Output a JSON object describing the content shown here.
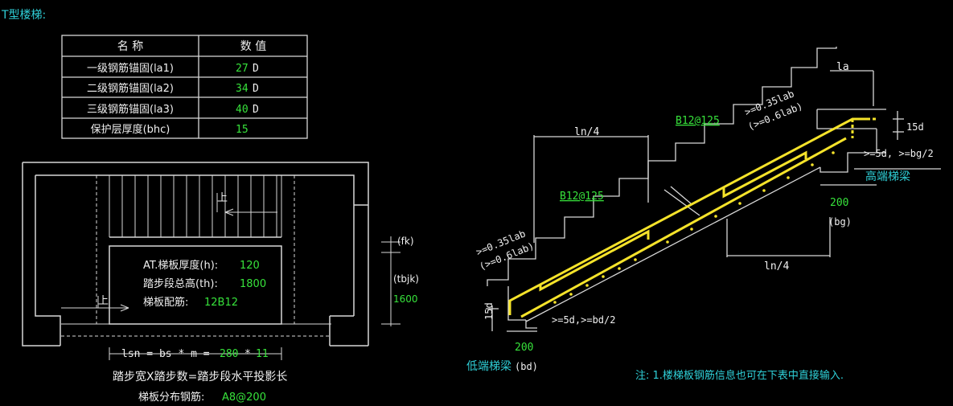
{
  "title": "T型楼梯:",
  "params_table": {
    "header": {
      "name": "名  称",
      "value": "数  值"
    },
    "rows": [
      {
        "name": "一级钢筋锚固(la1)",
        "value": "27",
        "unit": "D"
      },
      {
        "name": "二级钢筋锚固(la2)",
        "value": "34",
        "unit": "D"
      },
      {
        "name": "三级钢筋锚固(la3)",
        "value": "40",
        "unit": "D"
      },
      {
        "name": "保护层厚度(bhc)",
        "value": "15",
        "unit": ""
      }
    ]
  },
  "plan": {
    "up_label_top": "上",
    "up_label_bottom": "上",
    "thickness_label": "AT.梯板厚度(h):",
    "thickness_value": "120",
    "total_height_label": "踏步段总高(th):",
    "total_height_value": "1800",
    "rebar_label": "梯板配筋:",
    "rebar_value": "12B12",
    "fk_label": "(fk)",
    "tbjk_label": "(tbjk)",
    "tbjk_value": "1600",
    "lsn_label": "lsn = bs * m =",
    "lsn_bs": "280",
    "lsn_times": "*",
    "lsn_m": "11",
    "formula_text": "踏步宽X踏步数=踏步段水平投影长",
    "dist_label": "梯板分布钢筋:",
    "dist_value": "A8@200"
  },
  "section": {
    "la": "la",
    "ln4_top": "ln/4",
    "ln4_bottom": "ln/4",
    "d15_right": "15d",
    "d15_left": "15d",
    "top_anchor_1": ">=0.35lab",
    "top_anchor_2": "(>=0.6lab)",
    "bottom_anchor_1": ">=0.35lab",
    "bottom_anchor_2": "(>=0.6lab)",
    "rebar_top": "B12@125",
    "rebar_mid": "B12@125",
    "high_cond": ">=5d, >=bg/2",
    "low_cond": ">=5d,>=bd/2",
    "high_beam": "高端梯梁",
    "high_width": "200",
    "high_bg": "(bg)",
    "low_width": "200",
    "low_beam": "低端梯梁",
    "low_bd": "(bd)"
  },
  "note": "注: 1.楼梯板钢筋信息也可在下表中直接输入.",
  "colors": {
    "white": "#f0f0f0",
    "green": "#37e23b",
    "cyan": "#2fd0d8",
    "yellow": "#f5e32a"
  }
}
